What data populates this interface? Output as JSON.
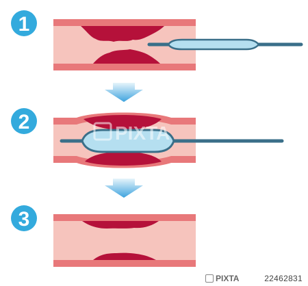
{
  "steps": [
    {
      "number": "1"
    },
    {
      "number": "2"
    },
    {
      "number": "3"
    }
  ],
  "watermark": {
    "text": "PIXTA"
  },
  "footer": {
    "brand": "PIXTA",
    "image_id": "22462831"
  },
  "colors": {
    "badge": "#33aadd",
    "vessel_wall": "#e8787a",
    "vessel_lumen": "#f6c4bd",
    "plaque": "#b5113a",
    "catheter": "#3a6f89",
    "balloon": "#b5dff0",
    "arrow": "#3ea3de"
  }
}
